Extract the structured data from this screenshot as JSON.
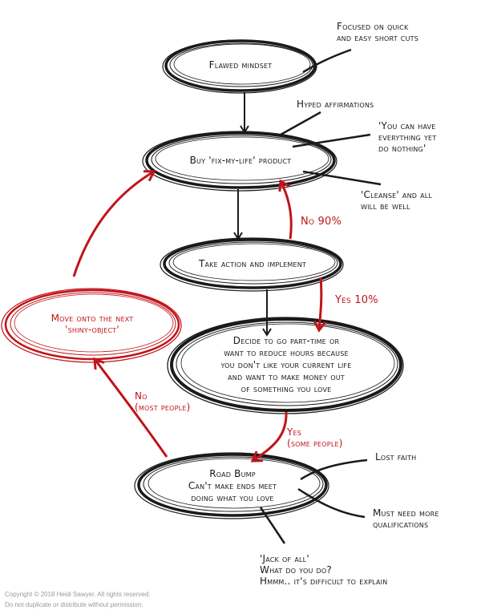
{
  "colors": {
    "ink": "#1a1a1a",
    "accent_red": "#c0141a",
    "copyright_gray": "#9a9a9a",
    "background": "#ffffff"
  },
  "nodes": {
    "flawed_mindset": "Flawed mindset",
    "buy_product": "Buy 'fix-my-life' product",
    "take_action": "Take action and implement",
    "decide": "Decide to go part-time or\nwant to reduce hours because\nyou don't like your current life\nand want to make money out\nof something you love",
    "road_bump": "Road Bump\nCan't make ends meet\ndoing what you love",
    "shiny_object": "Move onto the next\n'shiny-object'"
  },
  "annotations": {
    "focused": "Focused on quick\nand easy short cuts",
    "hyped": "Hyped affirmations",
    "you_can_have": "'You can have\neverything yet\ndo nothing'",
    "cleanse": "'Cleanse' and all\nwill be well",
    "lost_faith": "Lost faith",
    "must_need": "Must need more\nqualifications",
    "jack_of_all": "'Jack of all'\nWhat do you do?\nHmmm.. it's difficult to explain"
  },
  "edge_labels": {
    "no_90": "No 90%",
    "yes_10": "Yes 10%",
    "yes_some": "Yes\n(some people)",
    "no_most": "No\n(most people)"
  },
  "footer": {
    "copyright": "Copyright © 2018 Heidi Sawyer. All rights reserved.\nDo not duplicate or distribute without permission."
  }
}
